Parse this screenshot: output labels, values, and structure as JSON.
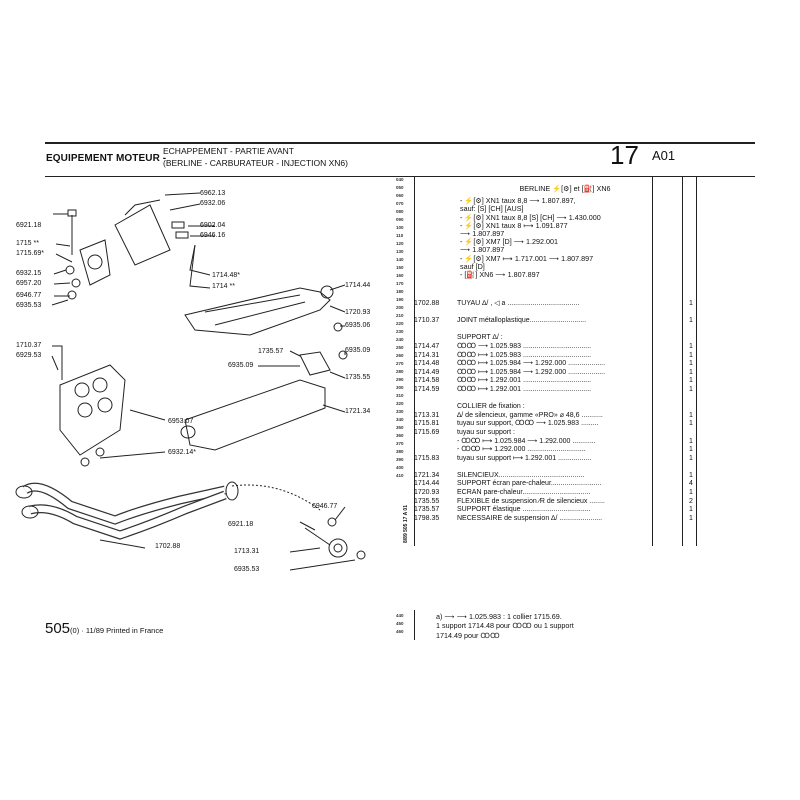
{
  "header": {
    "section": "EQUIPEMENT MOTEUR -",
    "title_line1": "ECHAPPEMENT - PARTIE AVANT",
    "title_line2": "(BERLINE - CARBURATEUR - INJECTION XN6)",
    "page_number": "17",
    "page_code": "A01"
  },
  "scale_marks": [
    "040",
    "050",
    "060",
    "070",
    "080",
    "090",
    "100",
    "110",
    "120",
    "130",
    "140",
    "150",
    "160",
    "170",
    "180",
    "190",
    "200",
    "210",
    "220",
    "230",
    "240",
    "250",
    "260",
    "270",
    "280",
    "290",
    "300",
    "310",
    "320",
    "330",
    "340",
    "350",
    "360",
    "370",
    "380",
    "390",
    "400",
    "410"
  ],
  "bottom_scale_marks": [
    "440",
    "450",
    "460"
  ],
  "vertical_tag": "8/89 505 17 A 01",
  "drawing_refs": [
    "6962.13",
    "6932.06",
    "6921.18",
    "6902.04",
    "6946.16",
    "1715 **",
    "1715.69*",
    "6932.15",
    "6957.20",
    "6946.77",
    "6935.53",
    "1714.48*",
    "1714 **",
    "1714.44",
    "1720.93",
    "6935.06",
    "1710.37",
    "6929.53",
    "1735.57",
    "6935.09",
    "6935.09",
    "1735.55",
    "6953.07",
    "1721.34",
    "6932.14*",
    "6946.77",
    "6921.18",
    "1702.88",
    "1713.31",
    "6935.53"
  ],
  "conditions": {
    "heading": "BERLINE ⚡[⚙] et [⛽] XN6",
    "rows": [
      "- ⚡[⚙] XN1 taux 8,8 ⟶ 1.807.897,",
      "sauf: [S] [CH] [AUS]",
      "- ⚡[⚙] XN1 taux 8,8 [S] [CH] ⟶ 1.430.000",
      "- ⚡[⚙] XN1 taux 8 ⟼ 1.091.877",
      "⟶ 1.807.897",
      "- ⚡[⚙] XM7 [D] ⟶ 1.292.001",
      "⟶ 1.807.897",
      "- ⚡[⚙] XM7 ⟼ 1.717.001 ⟶ 1.807.897",
      "sauf [D]",
      "- [⛽] XN6 ⟶ 1.807.897"
    ]
  },
  "parts": [
    {
      "code": "1702.88",
      "desc": "TUYAU ∆/ , ◁ a .....................................",
      "qty": "1"
    },
    {
      "code": "",
      "desc": "",
      "qty": ""
    },
    {
      "code": "1710.37",
      "desc": "JOINT métalloplastique.............................",
      "qty": "1"
    },
    {
      "code": "",
      "desc": "",
      "qty": ""
    },
    {
      "code": "",
      "desc": "SUPPORT ∆/ :",
      "qty": ""
    },
    {
      "code": "1714.47",
      "desc": "ꝎꝎ ⟶ 1.025.983 ...................................",
      "qty": "1"
    },
    {
      "code": "1714.31",
      "desc": "ꝎꝎ ⟼ 1.025.983 ...................................",
      "qty": "1"
    },
    {
      "code": "1714.48",
      "desc": "ꝎꝎ ⟼ 1.025.984 ⟶ 1.292.000 ...................",
      "qty": "1"
    },
    {
      "code": "1714.49",
      "desc": "ꝎꝎ ⟼ 1.025.984 ⟶ 1.292.000 ...................",
      "qty": "1"
    },
    {
      "code": "1714.58",
      "desc": "ꝎꝎ ⟼ 1.292.001 ...................................",
      "qty": "1"
    },
    {
      "code": "1714.59",
      "desc": "ꝎꝎ ⟼ 1.292.001 ...................................",
      "qty": "1"
    },
    {
      "code": "",
      "desc": "",
      "qty": ""
    },
    {
      "code": "",
      "desc": "COLLIER de fixation :",
      "qty": ""
    },
    {
      "code": "1713.31",
      "desc": "∆/ de silencieux, gamme «PRO» ⌀ 48,6 ...........",
      "qty": "1"
    },
    {
      "code": "1715.81",
      "desc": "tuyau sur support, ꝎꝎ ⟶ 1.025.983 .........",
      "qty": "1"
    },
    {
      "code": "1715.69",
      "desc": "tuyau sur support :",
      "qty": ""
    },
    {
      "code": "",
      "desc": "   - ꝎꝎ ⟼ 1.025.984 ⟶ 1.292.000 ............",
      "qty": "1"
    },
    {
      "code": "",
      "desc": "   - ꝎꝎ ⟼ 1.292.000 ..............................",
      "qty": "1"
    },
    {
      "code": "1715.83",
      "desc": "   tuyau sur support ⟼ 1.292.001 .................",
      "qty": "1"
    },
    {
      "code": "",
      "desc": "",
      "qty": ""
    },
    {
      "code": "1721.34",
      "desc": "SILENCIEUX............................................",
      "qty": "1"
    },
    {
      "code": "1714.44",
      "desc": "SUPPORT écran pare-chaleur..........................",
      "qty": "4"
    },
    {
      "code": "1720.93",
      "desc": "ECRAN pare-chaleur...................................",
      "qty": "1"
    },
    {
      "code": "1735.55",
      "desc": "FLEXIBLE de suspension ∕R de silencieux ........",
      "qty": "2"
    },
    {
      "code": "1735.57",
      "desc": "SUPPORT élastique ...................................",
      "qty": "1"
    },
    {
      "code": "1798.35",
      "desc": "NECESSAIRE de suspension ∆/ ......................",
      "qty": "1"
    }
  ],
  "footer": {
    "main": "505",
    "small": "(0) · 11/89 Printed in France"
  },
  "note": {
    "line1": "a)  ⟶ ⟶ 1.025.983 : 1 collier 1715.69.",
    "line2": "1 support 1714.48 pour ꝎꝎ ou 1 support",
    "line3": "1714.49 pour ꝎꝎ"
  }
}
